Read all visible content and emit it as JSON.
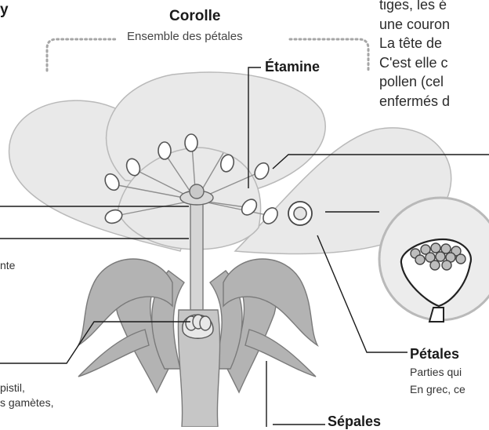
{
  "corolle": {
    "title": "Corolle",
    "subtitle": "Ensemble des pétales"
  },
  "etamine": {
    "title": "Étamine"
  },
  "petales": {
    "title": "Pétales",
    "line1": "Parties qui",
    "line2": "En grec, ce"
  },
  "sepales": {
    "title": "Sépales"
  },
  "left_notes": {
    "ante": "nte",
    "pistil": "pistil,",
    "gametes": "s gamètes,"
  },
  "top_right_text": [
    "tiges, les é",
    "une couron",
    "La tête de",
    "C'est elle c",
    "pollen (cel",
    "enfermés d"
  ],
  "top_left_fragment": "y",
  "colors": {
    "petal_fill": "#e9e9e9",
    "petal_stroke": "#b9b9b9",
    "sepal_fill": "#b3b3b3",
    "sepal_stroke": "#7a7a7a",
    "dotted_bracket": "#a6a6a6",
    "leader_line": "#1a1a1a"
  }
}
